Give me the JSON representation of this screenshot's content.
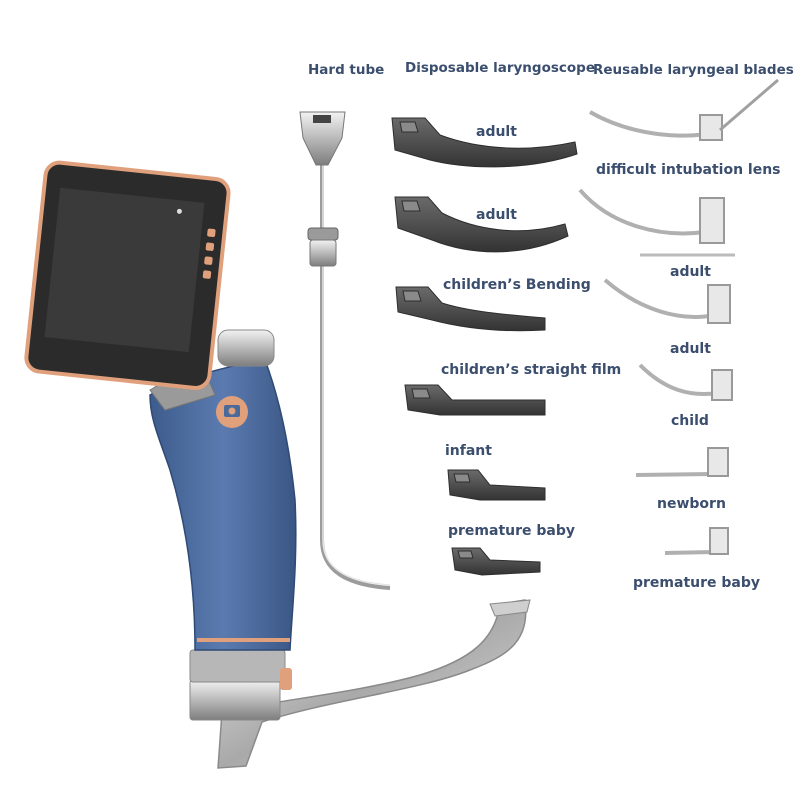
{
  "columns": {
    "hard_tube": "Hard tube",
    "disposable": "Disposable laryngoscope",
    "reusable": "Reusable laryngeal blades"
  },
  "disposable_labels": [
    "adult",
    "adult",
    "children’s Bending",
    "children’s straight film",
    "infant",
    "premature baby"
  ],
  "reusable_labels": [
    "difficult intubation lens",
    "adult",
    "adult",
    "child",
    "newborn",
    "premature baby"
  ],
  "colors": {
    "label": "#3b4e6e",
    "handle": "#4a6a9c",
    "accent": "#e0a07c",
    "blade_dark": "#4b4b4b",
    "metal": "#c8c8c8"
  }
}
